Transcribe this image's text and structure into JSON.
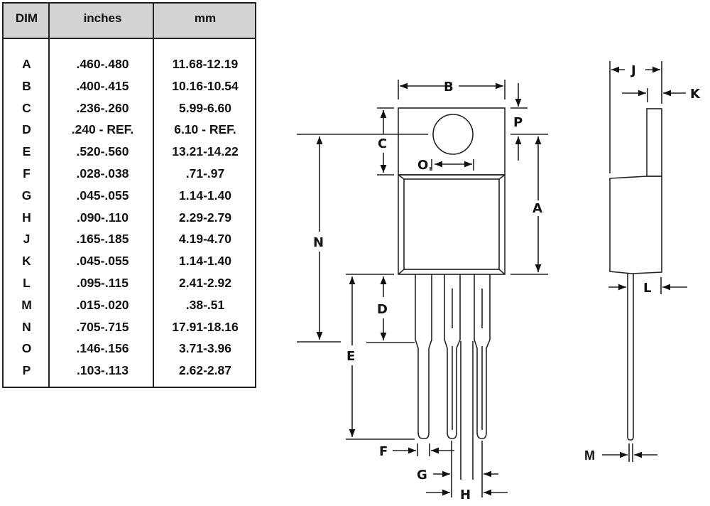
{
  "table": {
    "headers": {
      "dim": "DIM",
      "inches": "inches",
      "mm": "mm"
    },
    "rows": [
      {
        "dim": "A",
        "inches": ".460-.480",
        "mm": "11.68-12.19"
      },
      {
        "dim": "B",
        "inches": ".400-.415",
        "mm": "10.16-10.54"
      },
      {
        "dim": "C",
        "inches": ".236-.260",
        "mm": "5.99-6.60"
      },
      {
        "dim": "D",
        "inches": ".240 - REF.",
        "mm": "6.10 - REF."
      },
      {
        "dim": "E",
        "inches": ".520-.560",
        "mm": "13.21-14.22"
      },
      {
        "dim": "F",
        "inches": ".028-.038",
        "mm": ".71-.97"
      },
      {
        "dim": "G",
        "inches": ".045-.055",
        "mm": "1.14-1.40"
      },
      {
        "dim": "H",
        "inches": ".090-.110",
        "mm": "2.29-2.79"
      },
      {
        "dim": "J",
        "inches": ".165-.185",
        "mm": "4.19-4.70"
      },
      {
        "dim": "K",
        "inches": ".045-.055",
        "mm": "1.14-1.40"
      },
      {
        "dim": "L",
        "inches": ".095-.115",
        "mm": "2.41-2.92"
      },
      {
        "dim": "M",
        "inches": ".015-.020",
        "mm": ".38-.51"
      },
      {
        "dim": "N",
        "inches": ".705-.715",
        "mm": "17.91-18.16"
      },
      {
        "dim": "O",
        "inches": ".146-.156",
        "mm": "3.71-3.96"
      },
      {
        "dim": "P",
        "inches": ".103-.113",
        "mm": "2.62-2.87"
      }
    ]
  },
  "front_view": {
    "labels": {
      "A": "A",
      "B": "B",
      "C": "C",
      "D": "D",
      "E": "E",
      "F": "F",
      "G": "G",
      "H": "H",
      "N": "N",
      "O": "O",
      "P": "P"
    }
  },
  "side_view": {
    "labels": {
      "J": "J",
      "K": "K",
      "L": "L",
      "M": "M"
    }
  },
  "colors": {
    "line": "#222222",
    "header_bg": "#d3d3d3",
    "background": "#ffffff"
  }
}
